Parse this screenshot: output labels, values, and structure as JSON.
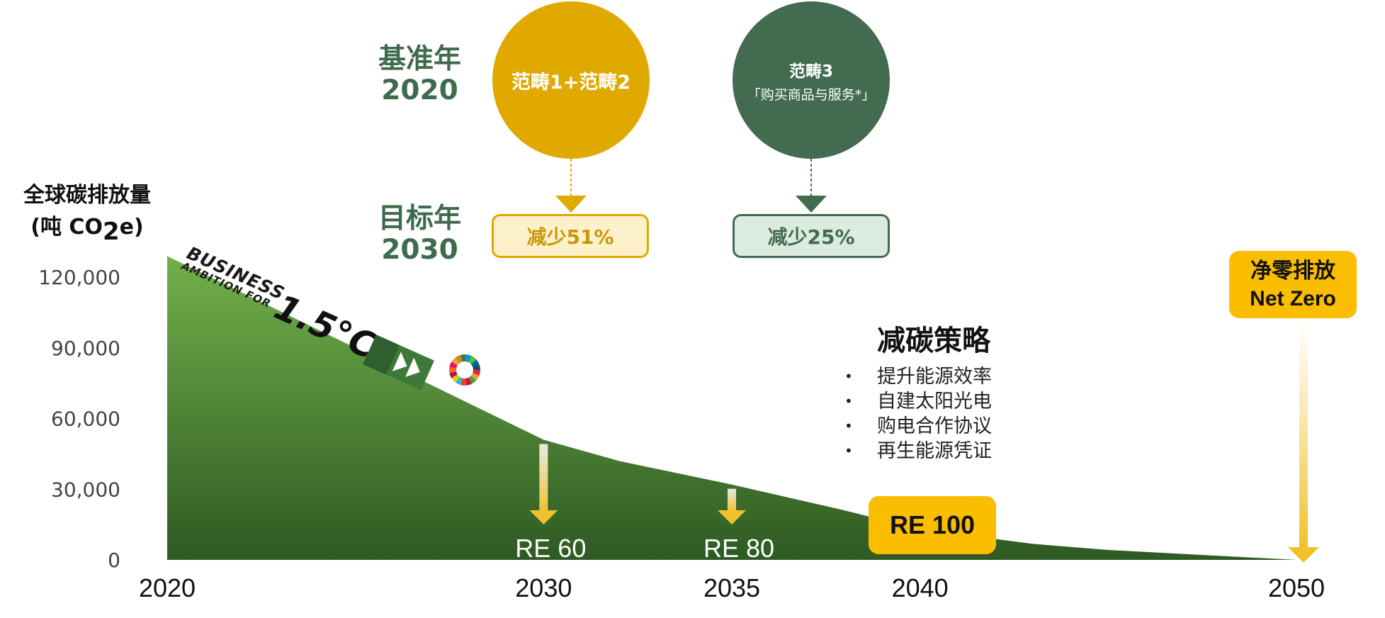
{
  "chart_data": {
    "type": "area",
    "ylabel_line1": "全球碳排放量",
    "ylabel_line2_prefix": "(吨 CO",
    "ylabel_line2_sub": "2",
    "ylabel_line2_suffix": "e)",
    "ylim": [
      0,
      130000
    ],
    "xlim": [
      2020,
      2050
    ],
    "yticks": [
      0,
      30000,
      60000,
      90000,
      120000
    ],
    "ytick_labels": [
      "0",
      "30,000",
      "60,000",
      "90,000",
      "120,000"
    ],
    "xticks": [
      2020,
      2030,
      2035,
      2040,
      2050
    ],
    "xtick_labels": [
      "2020",
      "2030",
      "2035",
      "2040",
      "2050"
    ],
    "x": [
      2020,
      2030,
      2032,
      2035,
      2038,
      2040,
      2043,
      2045,
      2050
    ],
    "y": [
      129000,
      51000,
      42000,
      32000,
      21000,
      13000,
      6800,
      4200,
      0
    ],
    "annotations": [
      {
        "x": 2030,
        "label": "RE 60"
      },
      {
        "x": 2035,
        "label": "RE 80"
      },
      {
        "x": 2040,
        "label": "RE 100"
      },
      {
        "x": 2050,
        "label_line1": "净零排放",
        "label_line2": "Net Zero"
      }
    ]
  },
  "header": {
    "base_year_label": "基准年",
    "base_year": "2020",
    "target_year_label": "目标年",
    "target_year": "2030"
  },
  "scope12": {
    "title": "范畴1+范畴2",
    "reduction": "减少51%",
    "color": "#dfa900"
  },
  "scope3": {
    "title": "范畴3",
    "subtitle": "「购买商品与服务*」",
    "reduction": "减少25%",
    "color": "#426b4f"
  },
  "strategy": {
    "title": "减碳策略",
    "items": [
      "提升能源效率",
      "自建太阳光电",
      "购电合作协议",
      "再生能源凭证"
    ]
  },
  "logo": {
    "line1": "BUSINESS",
    "line2": "AMBITION FOR",
    "big": "1.5°C"
  },
  "colors": {
    "area_top": "#72b04a",
    "area_bottom": "#2e5a23",
    "badge": "#fbbd00",
    "arrow": "#f1c12c"
  }
}
